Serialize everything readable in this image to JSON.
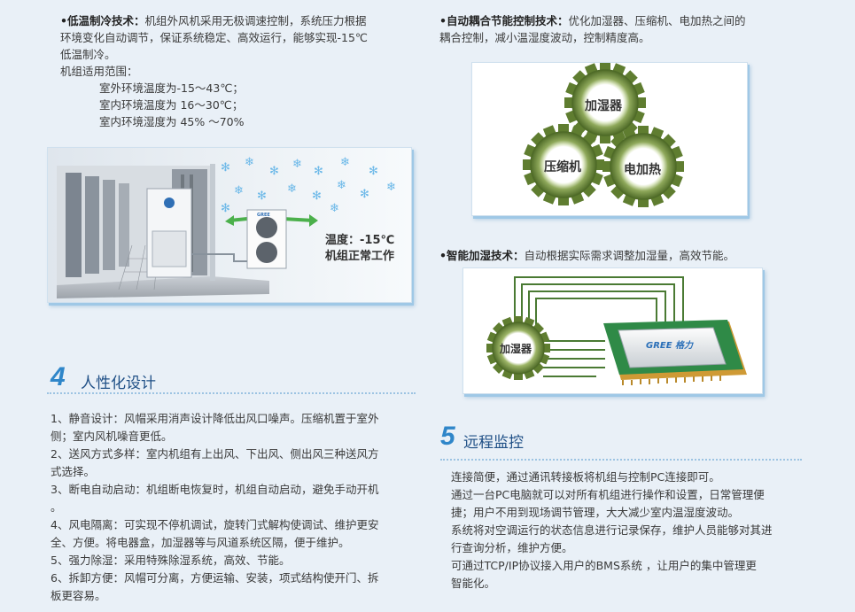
{
  "low_temp": {
    "heading": "•低温制冷技术：",
    "text_lines": [
      "机组外风机采用无极调速控制，系统压力根据",
      "环境变化自动调节，保证系统稳定、高效运行，能够实现-15℃",
      "低温制冷。"
    ],
    "range_title": "机组适用范围：",
    "ranges": [
      "室外环境温度为-15～43℃；",
      "室内环境温度为 16～30℃；",
      "室内环境湿度为 45%  ～70%"
    ]
  },
  "datacenter_image": {
    "caption_line1": "温度：-15℃",
    "caption_line2": "机组正常工作",
    "unit_brand": "GREE"
  },
  "auto_coupling": {
    "heading": "•自动耦合节能控制技术：",
    "text_lines": [
      "优化加湿器、压缩机、电加热之间的",
      "耦合控制，减小温湿度波动，控制精度高。"
    ],
    "gears": [
      "加湿器",
      "压缩机",
      "电加热"
    ]
  },
  "smart_humidify": {
    "heading": "•智能加湿技术：",
    "text": "自动根据实际需求调整加湿量，高效节能。",
    "gear_label": "加湿器",
    "chip_logo": "GREE 格力"
  },
  "section4": {
    "number": "4",
    "title": "人性化设计",
    "items": [
      [
        "1、静音设计：风帽采用消声设计降低出风口噪声。压缩机置于室外",
        "侧；室内风机噪音更低。"
      ],
      [
        "2、送风方式多样：室内机组有上出风、下出风、侧出风三种送风方",
        "式选择。"
      ],
      [
        "3、断电自动启动：机组断电恢复时，机组自动启动，避免手动开机",
        "。"
      ],
      [
        "4、风电隔离：可实现不停机调试，旋转门式解构使调试、维护更安",
        "全、方便。将电器盒，加湿器等与风道系统区隔，便于维护。"
      ],
      [
        "5、强力除湿：采用特殊除湿系统，高效、节能。"
      ],
      [
        "6、拆卸方便：风帽可分离，方便运输、安装，项式结构使开门、拆",
        "板更容易。"
      ]
    ]
  },
  "section5": {
    "number": "5",
    "title": "远程监控",
    "lines": [
      "连接简便，通过通讯转接板将机组与控制PC连接即可。",
      "通过一台PC电脑就可以对所有机组进行操作和设置，日常管理便",
      "捷；用户不用到现场调节管理，大大减少室内温湿度波动。",
      "系统将对空调运行的状态信息进行记录保存，维护人员能够对其进",
      "行查询分析，维护方便。",
      "可通过TCP/IP协议接入用户的BMS系统    ，让用户的集中管理更",
      "智能化。"
    ]
  }
}
